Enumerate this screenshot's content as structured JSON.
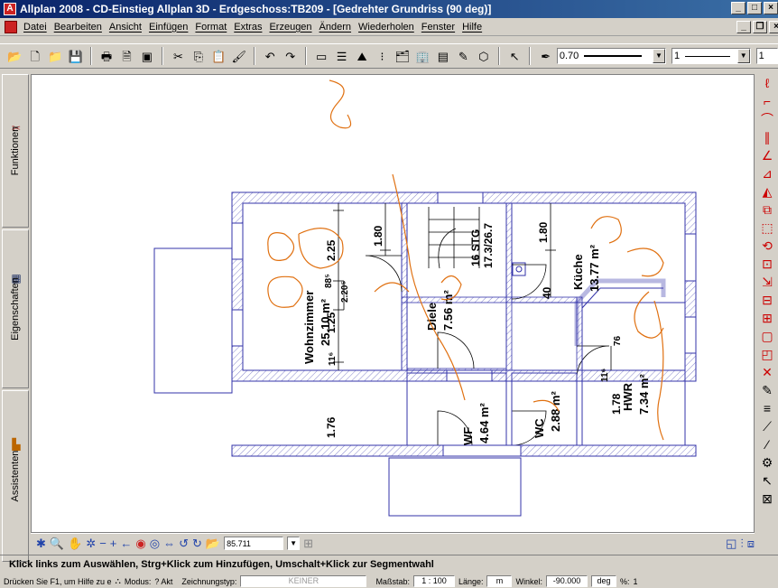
{
  "title": "Allplan 2008 - CD-Einstieg Allplan 3D - Erdgeschoss:TB209 - [Gedrehter Grundriss (90 deg)]",
  "app_icon": "allplan-app-icon",
  "window_buttons": [
    "_",
    "□",
    "×"
  ],
  "doc_buttons": [
    "_",
    "❐",
    "×"
  ],
  "menu": [
    "Datei",
    "Bearbeiten",
    "Ansicht",
    "Einfügen",
    "Format",
    "Extras",
    "Erzeugen",
    "Ändern",
    "Wiederholen",
    "Fenster",
    "Hilfe"
  ],
  "toolbar": {
    "pen_thickness": "0.70",
    "line_type": "1",
    "color_value": "1"
  },
  "left_tabs": {
    "funktionen": "Funktionen",
    "eigenschaften": "Eigenschaften",
    "assistenten": "Assistenten"
  },
  "rooms": {
    "wohnzimmer_name": "Wohnzimmer",
    "wohnzimmer_area": "25.10 m²",
    "diele_name": "Diele",
    "diele_area": "7.56 m²",
    "kueche_name": "Küche",
    "kueche_area": "13.77 m²",
    "wf_name": "WF",
    "wf_area": "4.64 m²",
    "wc_name": "WC",
    "wc_area": "2.88 m²",
    "hwr_name": "HWR",
    "hwr_area": "7.34 m²"
  },
  "dims": {
    "d225": "2.25",
    "d180a": "1.80",
    "d885": "88⁵",
    "d205": "2.20⁵",
    "d125": "1.25",
    "d116a": "11⁶",
    "d176": "1.76",
    "d180b": "1.80",
    "d40": "40",
    "d116b": "11⁶",
    "d76": "76",
    "d178": "1.78",
    "stg": "16 STG",
    "stg2": "17.3/26.7"
  },
  "bottom_bar": {
    "zoom_value": "85.711"
  },
  "prompt": "Klick links zum Auswählen, Strg+Klick zum Hinzufügen, Umschalt+Klick zur Segmentwahl",
  "status": {
    "help_text": "Drücken Sie F1, um Hilfe zu e",
    "modus_label": "Modus:",
    "modus_value": "? Akt",
    "zeichnungstyp_label": "Zeichnungstyp:",
    "zeichnungstyp_value": "KEINER",
    "massstab_label": "Maßstab:",
    "massstab_value": "1 : 100",
    "laenge_label": "Länge:",
    "laenge_unit": "m",
    "winkel_label": "Winkel:",
    "winkel_value": "-90.000",
    "winkel_unit": "deg",
    "percent_label": "%:",
    "percent_value": "1"
  },
  "colors": {
    "title_start": "#0a246a",
    "title_end": "#3a6ea5",
    "wall": "#3333aa",
    "sketch": "#e07010"
  }
}
